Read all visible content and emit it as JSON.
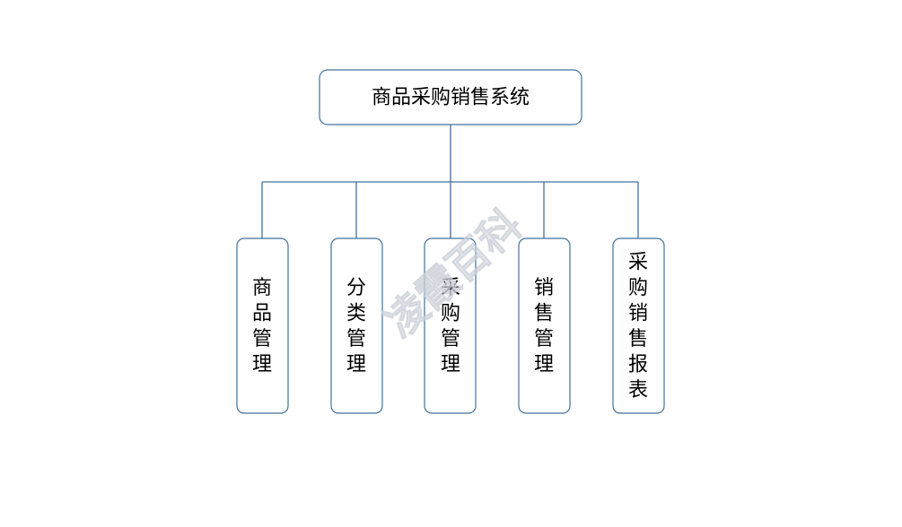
{
  "root": {
    "label": "商品采购销售系统"
  },
  "children": [
    {
      "label": "商品管理"
    },
    {
      "label": "分类管理"
    },
    {
      "label": "采购管理"
    },
    {
      "label": "销售管理"
    },
    {
      "label": "采购销售报表"
    }
  ],
  "watermark": {
    "text": "凌霞百科"
  },
  "colors": {
    "line": "#41719c",
    "box_fill": "#ffffff",
    "text": "#000000"
  }
}
